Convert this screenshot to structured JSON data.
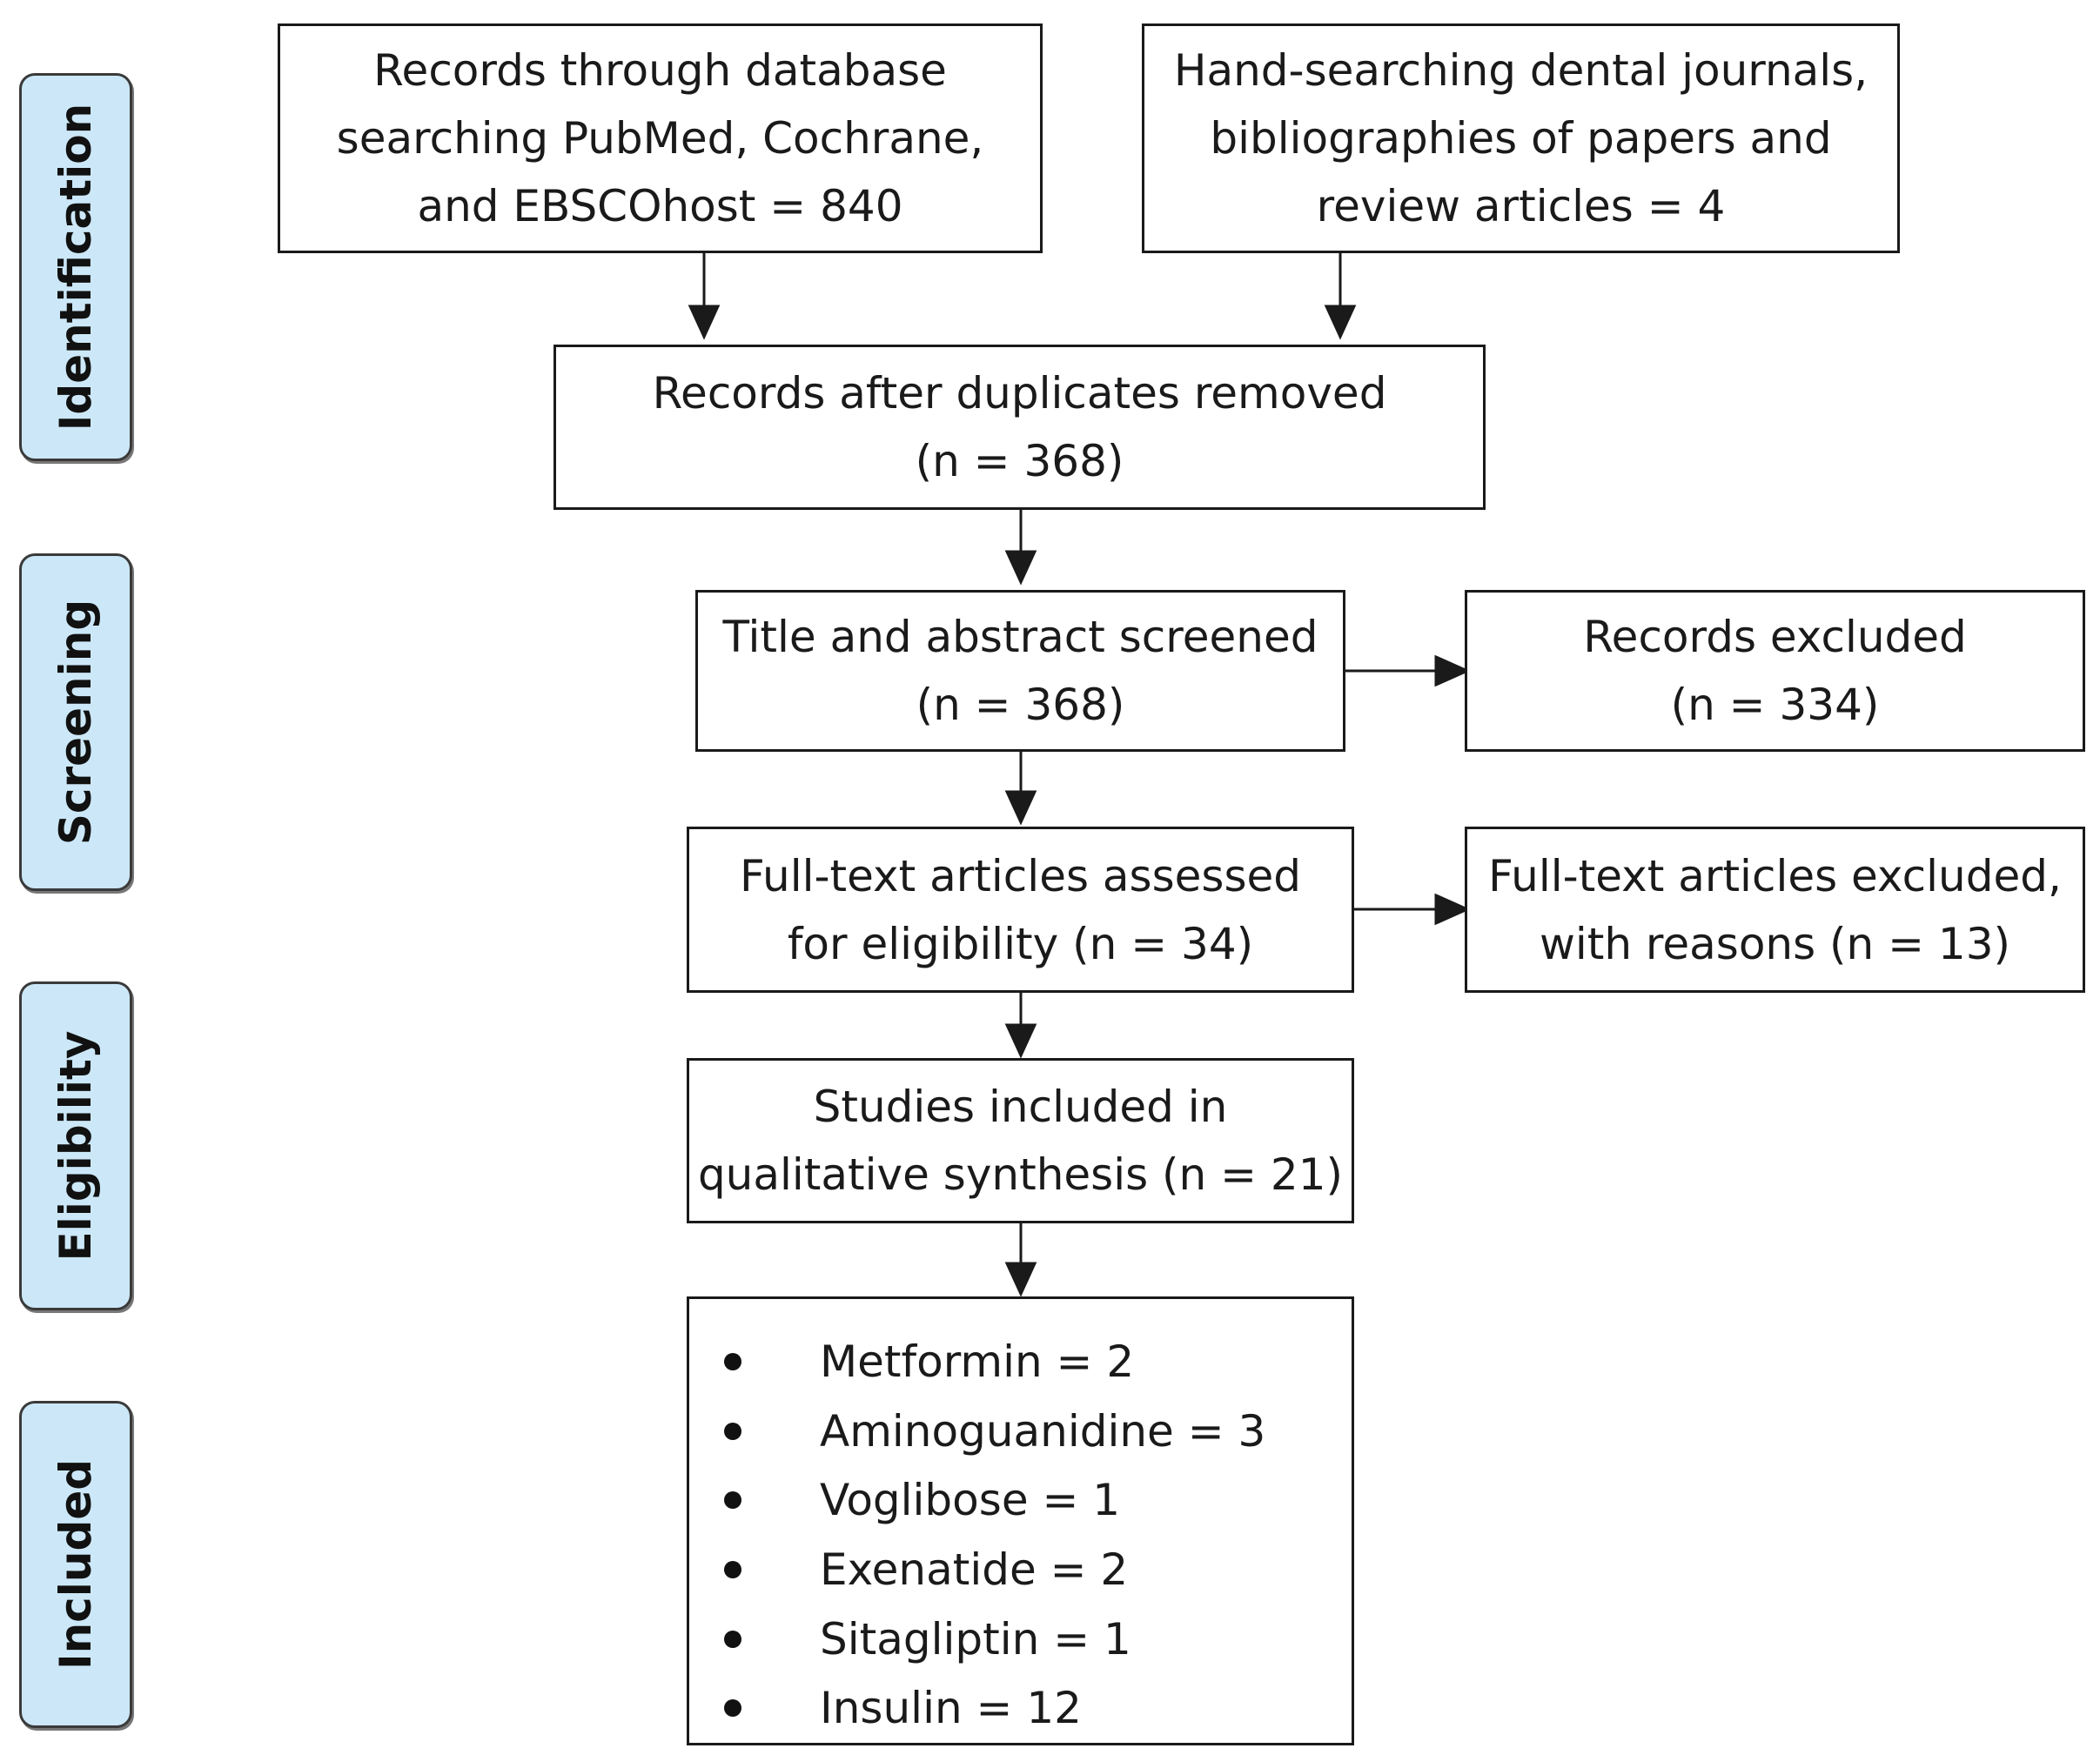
{
  "stages": {
    "identification": "Identification",
    "screening": "Screening",
    "eligibility": "Eligibility",
    "included": "Included"
  },
  "boxes": {
    "database_search": {
      "lines": [
        "Records through database",
        "searching PubMed, Cochrane,",
        "and EBSCOhost = 840"
      ]
    },
    "hand_search": {
      "lines": [
        "Hand-searching dental journals,",
        "bibliographies of papers and",
        "review articles = 4"
      ]
    },
    "duplicates_removed": {
      "lines": [
        "Records after duplicates removed",
        "(n = 368)"
      ]
    },
    "title_abstract_screened": {
      "lines": [
        "Title and abstract screened",
        "(n = 368)"
      ]
    },
    "records_excluded": {
      "lines": [
        "Records excluded",
        "(n = 334)"
      ]
    },
    "full_text_assessed": {
      "lines": [
        "Full-text articles assessed",
        "for eligibility (n = 34)"
      ]
    },
    "full_text_excluded": {
      "lines": [
        "Full-text articles excluded,",
        "with reasons (n = 13)"
      ]
    },
    "qualitative_synthesis": {
      "lines": [
        "Studies included in",
        "qualitative synthesis (n = 21)"
      ]
    },
    "included_list": {
      "items": [
        "Metformin = 2",
        "Aminoguanidine = 3",
        "Voglibose = 1",
        "Exenatide = 2",
        "Sitagliptin = 1",
        "Insulin = 12"
      ]
    }
  },
  "colors": {
    "stage_fill": "#cce8f8",
    "stroke": "#1a1a1a"
  }
}
